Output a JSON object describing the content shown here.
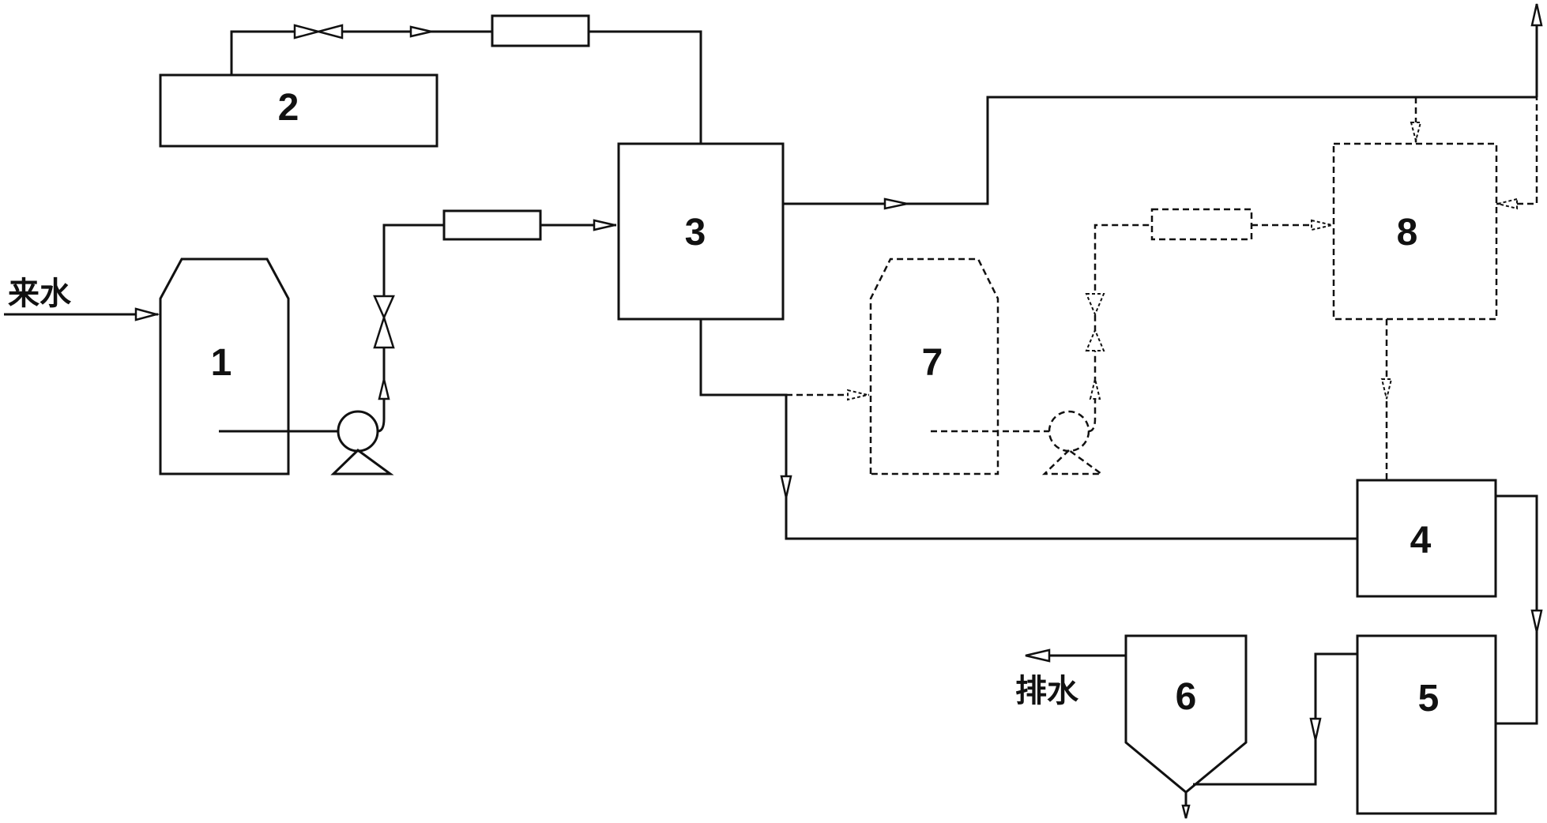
{
  "labels": {
    "inlet": "来水",
    "outlet": "排水"
  },
  "units": [
    {
      "id": "1",
      "label": "1"
    },
    {
      "id": "2",
      "label": "2"
    },
    {
      "id": "3",
      "label": "3"
    },
    {
      "id": "4",
      "label": "4"
    },
    {
      "id": "5",
      "label": "5"
    },
    {
      "id": "6",
      "label": "6"
    },
    {
      "id": "7",
      "label": "7"
    },
    {
      "id": "8",
      "label": "8"
    }
  ]
}
